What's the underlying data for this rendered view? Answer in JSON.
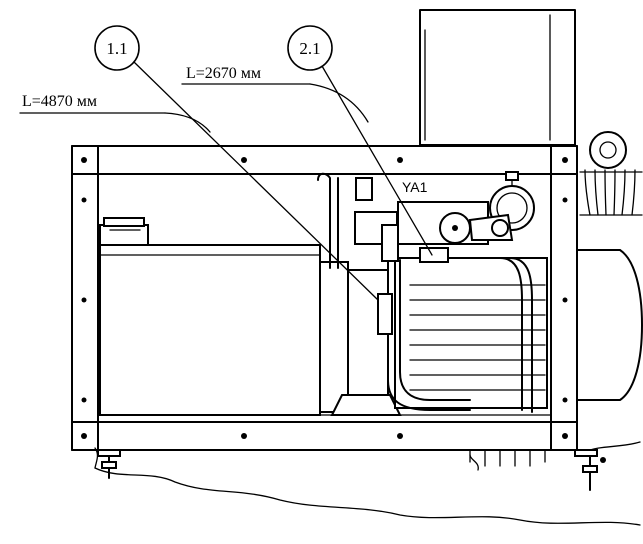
{
  "callouts": [
    {
      "id": "1.1"
    },
    {
      "id": "2.1"
    }
  ],
  "dimensions": {
    "hose_1": "L=4870 мм",
    "hose_2": "L=2670 мм"
  },
  "labels": {
    "valve": "YA1"
  }
}
